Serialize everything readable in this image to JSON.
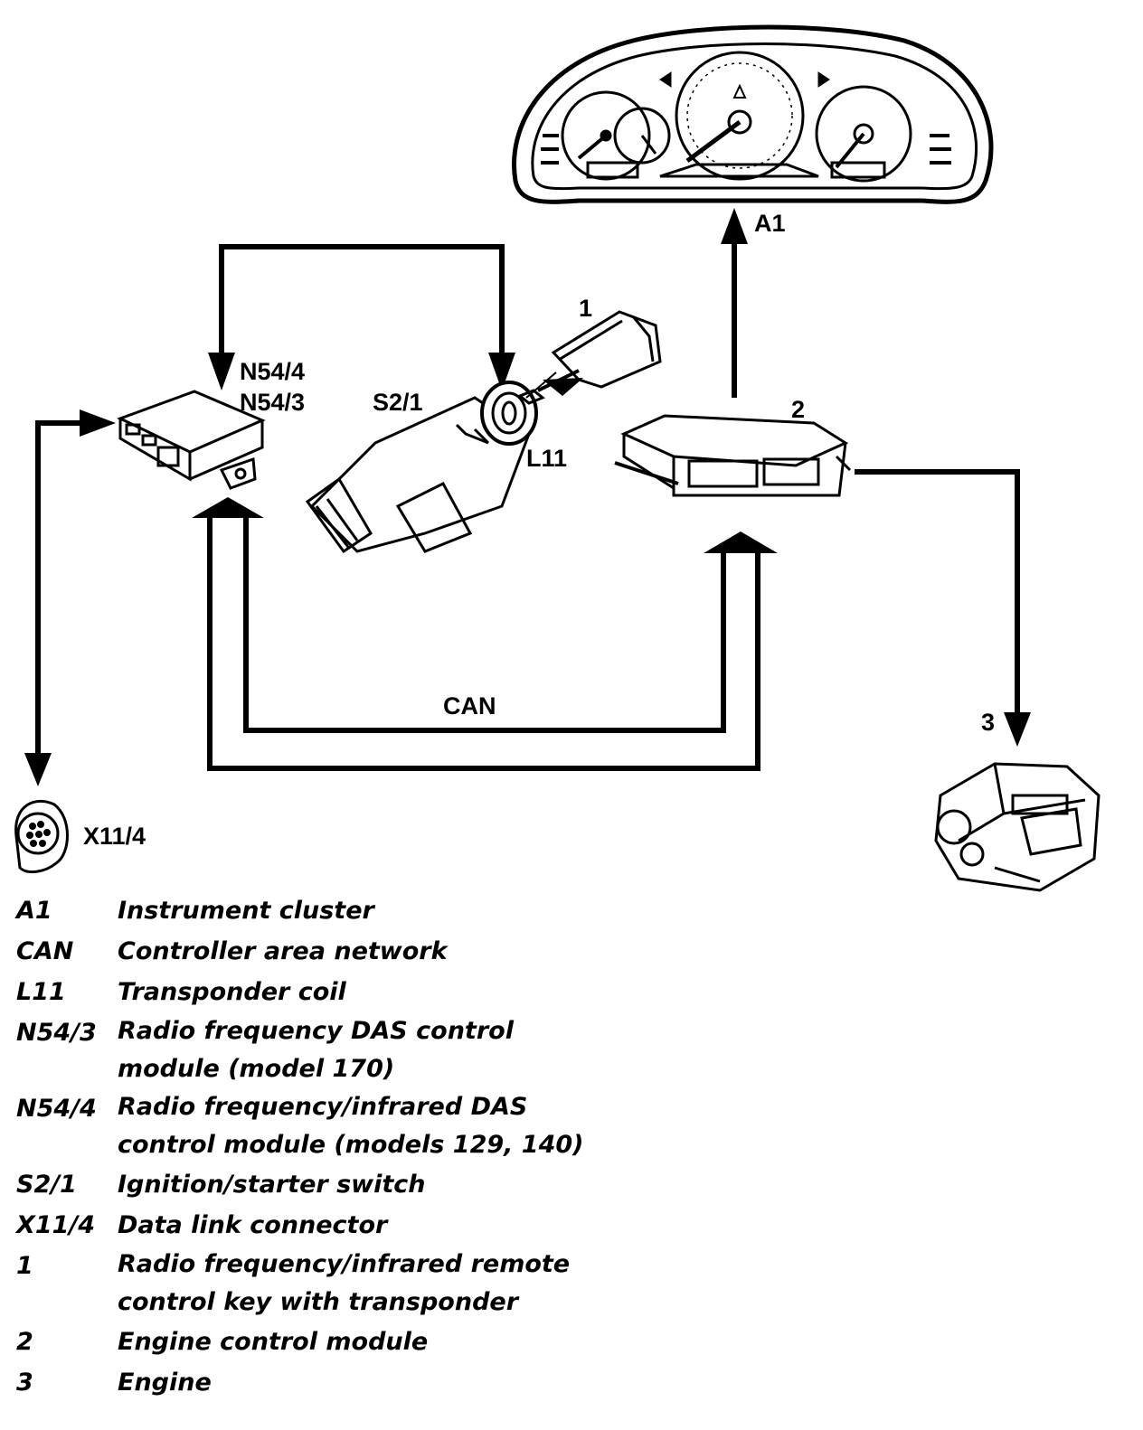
{
  "labels": {
    "a1": "A1",
    "n54_4": "N54/4",
    "n54_3": "N54/3",
    "s2_1": "S2/1",
    "l11": "L11",
    "key": "1",
    "ecm": "2",
    "engine": "3",
    "can": "CAN",
    "x11_4": "X11/4"
  },
  "legend": [
    {
      "code": "A1",
      "text": "Instrument cluster"
    },
    {
      "code": "CAN",
      "text": "Controller area network"
    },
    {
      "code": "L11",
      "text": "Transponder coil"
    },
    {
      "code": "N54/3",
      "text": "Radio frequency DAS control module (model 170)",
      "line1": "Radio frequency DAS control",
      "line2": "module (model 170)"
    },
    {
      "code": "N54/4",
      "text": "Radio frequency/infrared DAS control module (models 129, 140)",
      "line1": "Radio frequency/infrared DAS",
      "line2": "control module (models 129, 140)"
    },
    {
      "code": "S2/1",
      "text": "Ignition/starter switch"
    },
    {
      "code": "X11/4",
      "text": "Data link connector"
    },
    {
      "code": "1",
      "text": "Radio frequency/infrared remote control key with transponder",
      "line1": "Radio frequency/infrared remote",
      "line2": "control key with transponder"
    },
    {
      "code": "2",
      "text": "Engine control module"
    },
    {
      "code": "3",
      "text": "Engine"
    }
  ]
}
